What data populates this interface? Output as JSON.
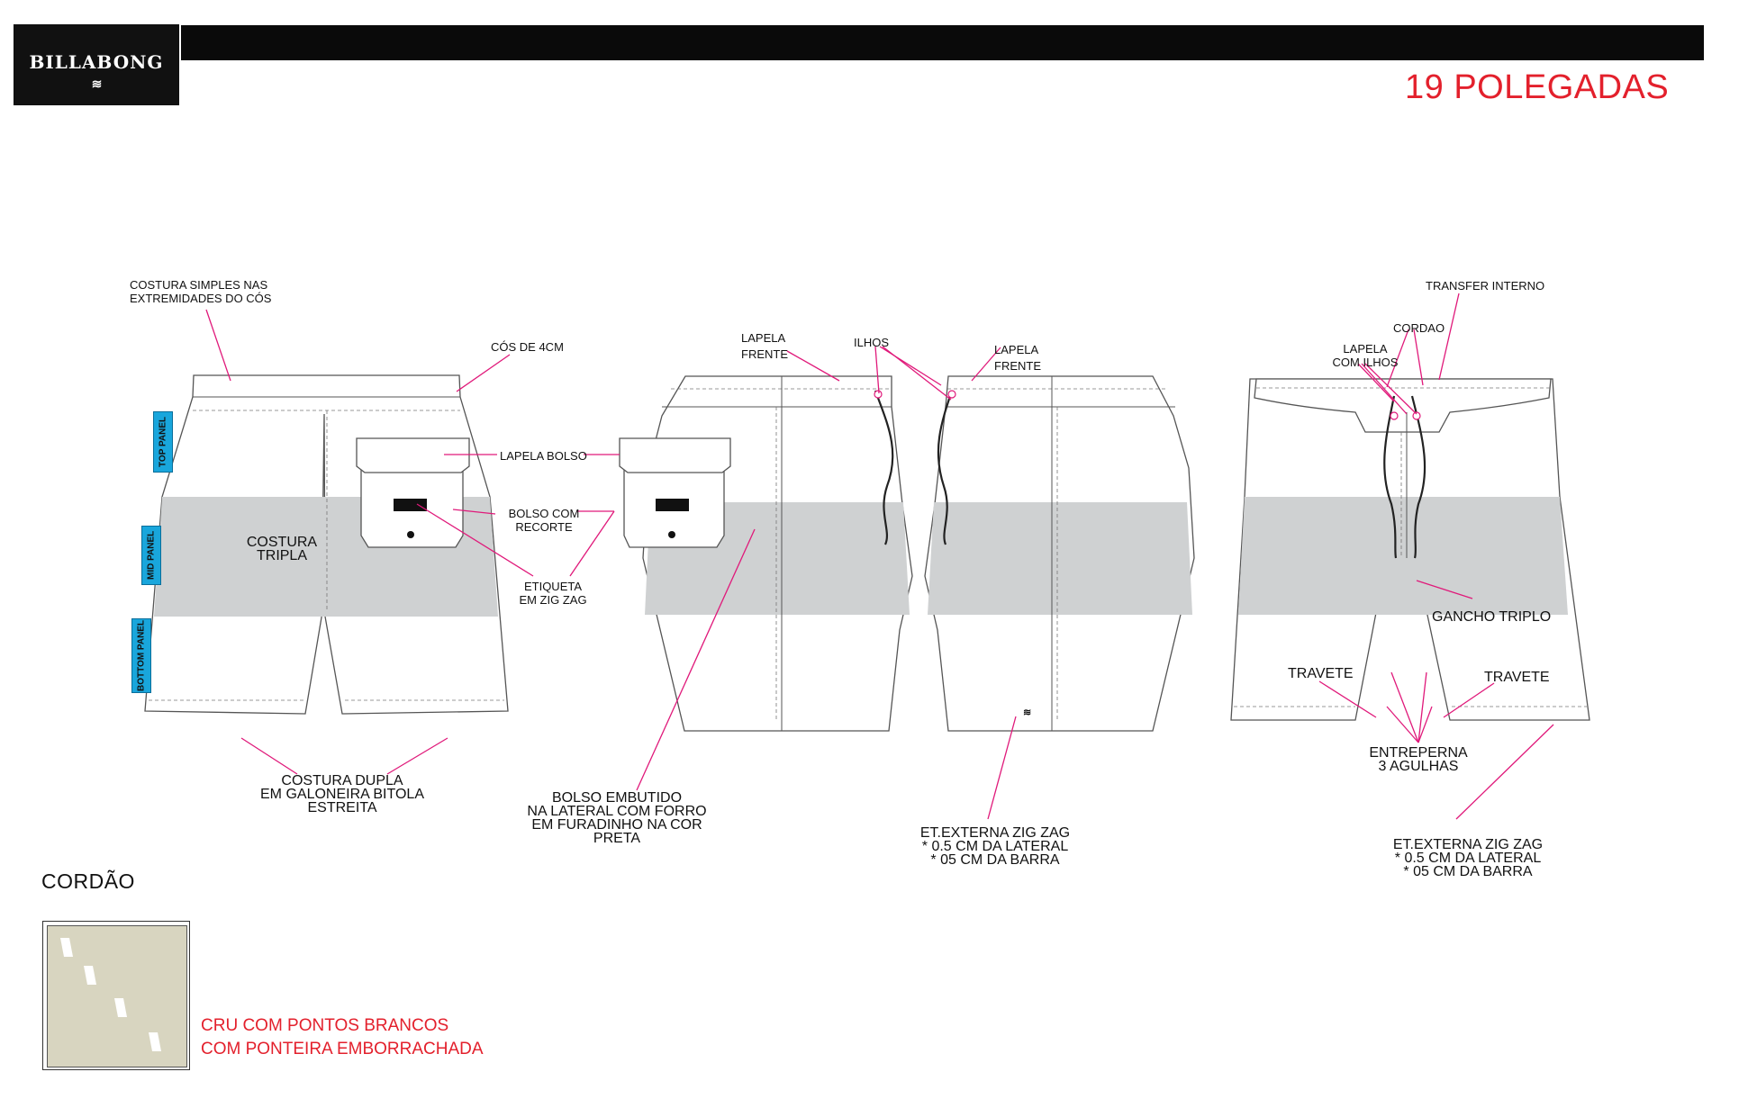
{
  "header": {
    "brand_logo": "BILLABONG",
    "brand_symbol_icon": "billabong-wave-icon",
    "size_title": "19 POLEGADAS"
  },
  "panels": [
    "TOP PANEL",
    "MID PANEL",
    "BOTTOM PANEL"
  ],
  "callouts": {
    "costura_simples": "COSTURA SIMPLES NAS EXTREMIDADES DO CÓS",
    "cos": "CÓS DE 4CM",
    "lapela_bolso": "LAPELA BOLSO",
    "bolso_recorte_1": "BOLSO COM",
    "bolso_recorte_2": "RECORTE",
    "costura_tripla_1": "COSTURA",
    "costura_tripla_2": "TRIPLA",
    "etiqueta_1": "ETIQUETA",
    "etiqueta_2": "EM ZIG ZAG",
    "costura_dupla_1": "COSTURA DUPLA",
    "costura_dupla_2": "EM GALONEIRA BITOLA",
    "costura_dupla_3": "ESTREITA",
    "bolso_embutido_1": "BOLSO EMBUTIDO",
    "bolso_embutido_2": "NA LATERAL COM FORRO",
    "bolso_embutido_3": "EM FURADINHO NA COR PRETA",
    "lapela_frente_left_1": "LAPELA",
    "lapela_frente_left_2": "FRENTE",
    "ilhos": "ILHOS",
    "lapela_frente_right_1": "LAPELA",
    "lapela_frente_right_2": "FRENTE",
    "et_externa_mid_1": "ET.EXTERNA ZIG ZAG",
    "et_externa_mid_2": "* 0.5 CM DA LATERAL",
    "et_externa_mid_3": "* 05 CM DA BARRA",
    "transfer_interno": "TRANSFER INTERNO",
    "cordao_label": "CORDAO",
    "lapela_ilhos_1": "LAPELA",
    "lapela_ilhos_2": "COM ILHOS",
    "gancho_triplo": "GANCHO TRIPLO",
    "travete_left": "TRAVETE",
    "travete_right": "TRAVETE",
    "entreperna_1": "ENTREPERNA",
    "entreperna_2": "3 AGULHAS",
    "et_externa_right_1": "ET.EXTERNA ZIG ZAG",
    "et_externa_right_2": "* 0.5 CM DA LATERAL",
    "et_externa_right_3": "* 05 CM DA BARRA"
  },
  "cordao": {
    "title": "CORDÃO",
    "swatch_color": "#d8d5c0",
    "note_1": "CRU COM PONTOS BRANCOS",
    "note_2": "COM PONTEIRA EMBORRACHADA"
  },
  "colors": {
    "accent_red": "#e3202c",
    "callout_line": "#e0197a",
    "panel_tag": "#19a6dc",
    "mid_panel_fill": "#cfd1d2"
  }
}
